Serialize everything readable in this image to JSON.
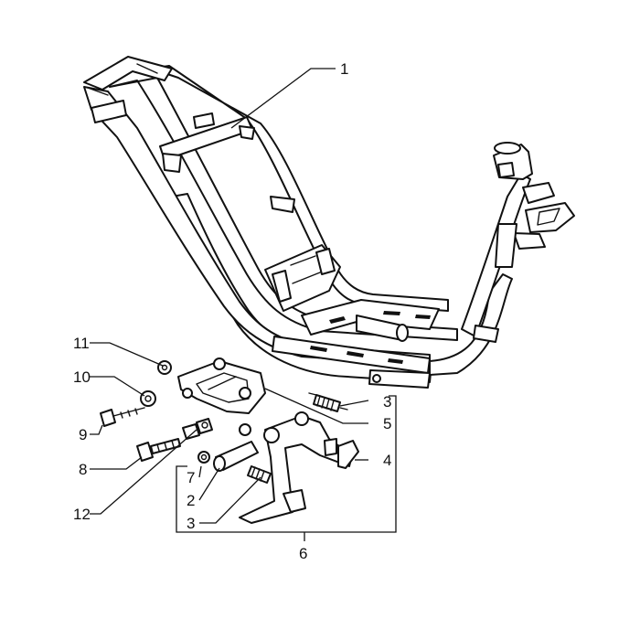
{
  "callouts": {
    "c1": "1",
    "c2": "2",
    "c3a": "3",
    "c3b": "3",
    "c4": "4",
    "c5": "5",
    "c6": "6",
    "c7": "7",
    "c8": "8",
    "c9": "9",
    "c10": "10",
    "c11": "11",
    "c12": "12"
  },
  "colors": {
    "ink": "#111111",
    "paper": "#ffffff"
  }
}
